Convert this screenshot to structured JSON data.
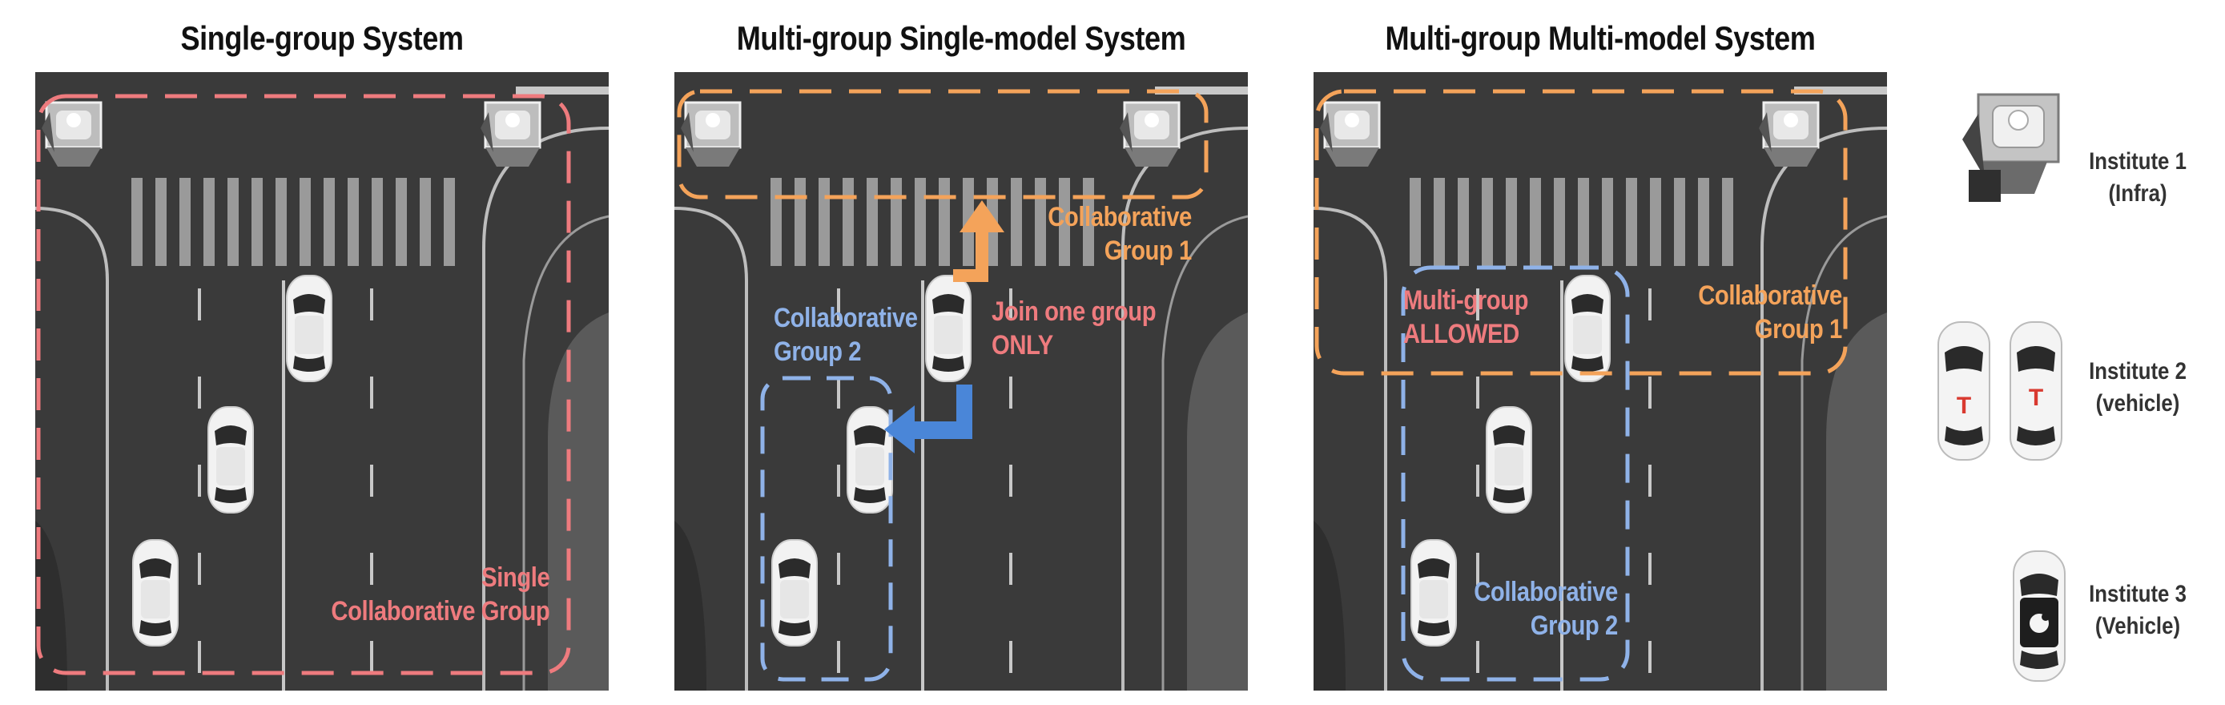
{
  "panels": [
    {
      "title": "Single-group System",
      "labels": {
        "group": [
          "Single",
          "Collaborative Group"
        ]
      }
    },
    {
      "title": "Multi-group Single-model System",
      "labels": {
        "group1": [
          "Collaborative",
          "Group 1"
        ],
        "group2": [
          "Collaborative",
          "Group 2"
        ],
        "note": [
          "Join one group",
          "ONLY"
        ]
      }
    },
    {
      "title": "Multi-group Multi-model System",
      "labels": {
        "group1": [
          "Collaborative",
          "Group 1"
        ],
        "group2": [
          "Collaborative",
          "Group 2"
        ],
        "note": [
          "Multi-group",
          "ALLOWED"
        ]
      }
    }
  ],
  "legend": [
    {
      "name": [
        "Institute 1",
        "(Infra)"
      ],
      "icon": "infrastructure-sensor-icon"
    },
    {
      "name": [
        "Institute 2",
        "(vehicle)"
      ],
      "icon": "tesla-vehicle-icon"
    },
    {
      "name": [
        "Institute 3",
        "(Vehicle)"
      ],
      "icon": "apple-vehicle-icon"
    }
  ],
  "colors": {
    "single_group": "#ee7b7e",
    "group1": "#f4a35a",
    "group2": "#8fb2e8",
    "arrow_orange": "#f4a35a",
    "arrow_blue": "#4a86d8",
    "road": "#3a3a3a"
  }
}
